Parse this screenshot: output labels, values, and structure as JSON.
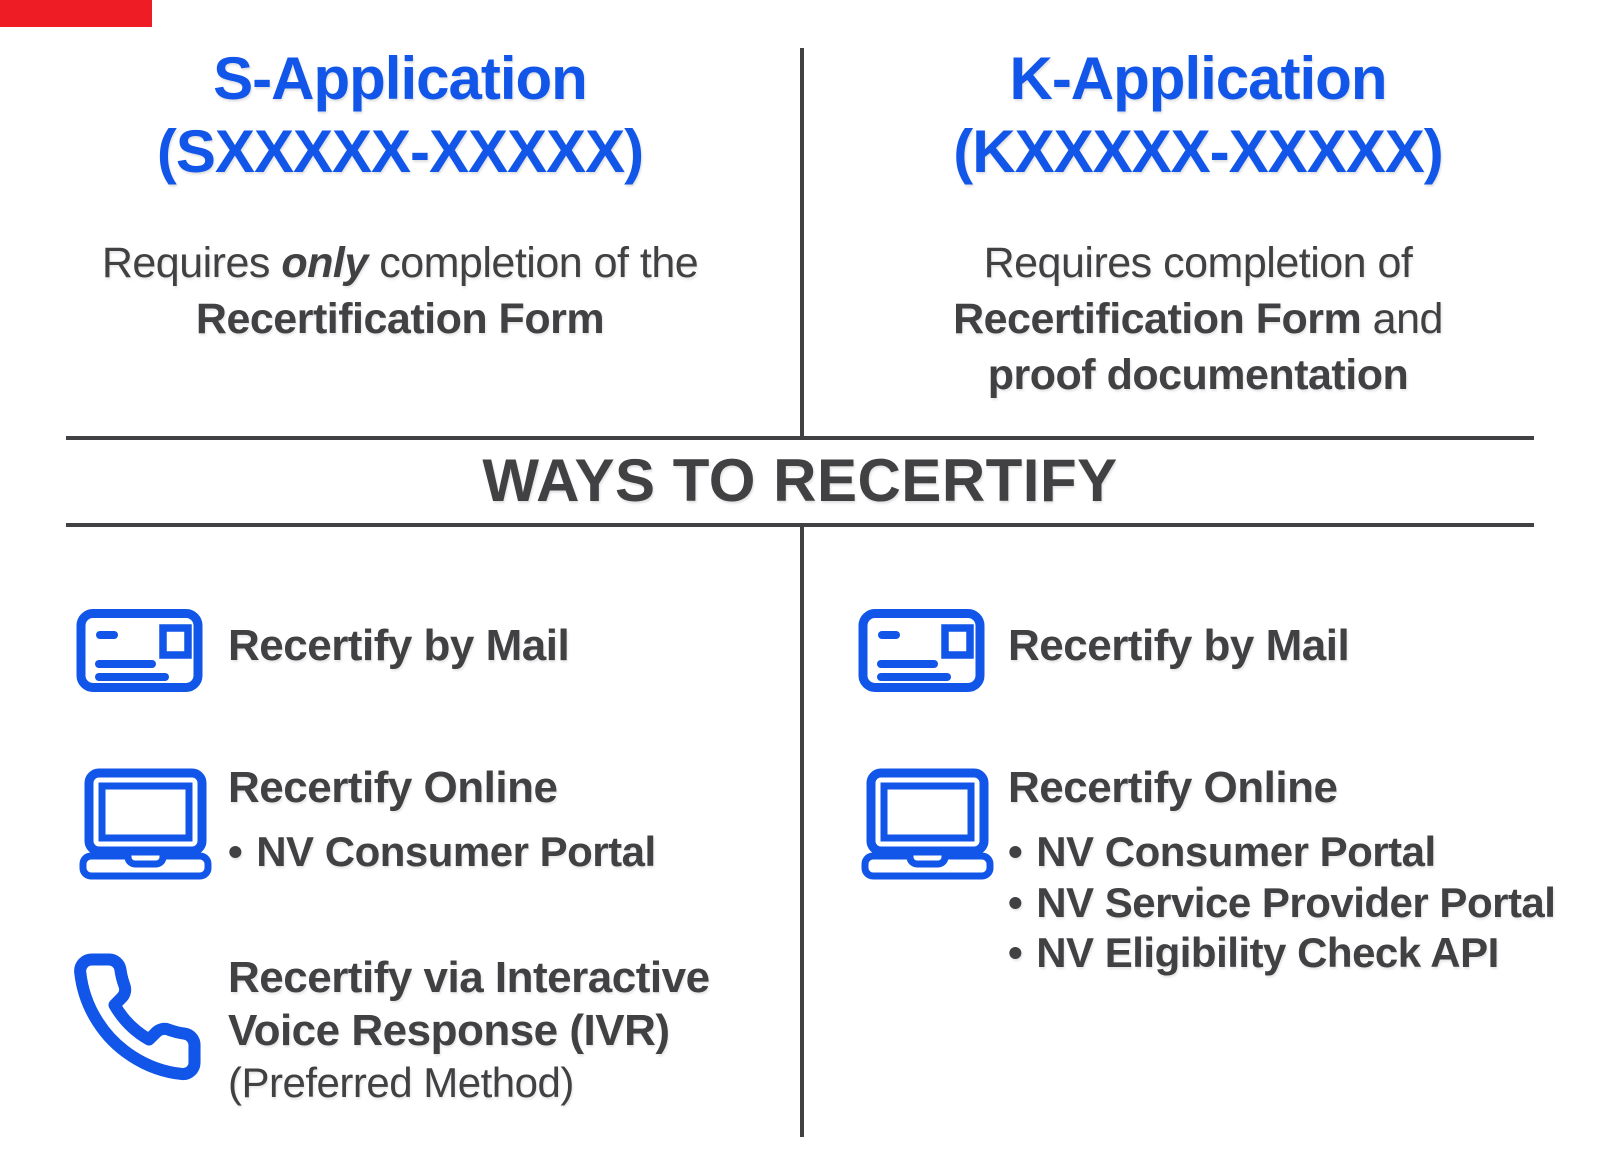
{
  "colors": {
    "accent_blue": "#1156E8",
    "text_dark": "#414042",
    "divider": "#414042",
    "red_bar": "#EE1C24"
  },
  "glyphs": {
    "bullet": "•"
  },
  "applications": {
    "left": {
      "title": "S-Application",
      "subtitle": "(SXXXXX-XXXXX)",
      "description": {
        "pre": "Requires ",
        "emphasis": "only",
        "post": " completion of the",
        "line2_bold": "Recertification Form"
      }
    },
    "right": {
      "title": "K-Application",
      "subtitle": "(KXXXXX-XXXXX)",
      "description": {
        "line1": "Requires completion of",
        "line2_bold": "Recertification Form",
        "line2_rest": " and",
        "line3_bold": "proof documentation"
      }
    }
  },
  "section": {
    "title": "WAYS TO RECERTIFY"
  },
  "methods": {
    "left": [
      {
        "icon": "mail-icon",
        "title": "Recertify by Mail"
      },
      {
        "icon": "laptop-icon",
        "title": "Recertify Online",
        "bullets": [
          "NV Consumer Portal"
        ]
      },
      {
        "icon": "phone-icon",
        "title_line1": "Recertify via Interactive",
        "title_line2": "Voice Response (IVR)",
        "note": "(Preferred Method)"
      }
    ],
    "right": [
      {
        "icon": "mail-icon",
        "title": "Recertify by Mail"
      },
      {
        "icon": "laptop-icon",
        "title": "Recertify Online",
        "bullets": [
          "NV Consumer Portal",
          "NV Service Provider Portal",
          "NV Eligibility Check API"
        ]
      }
    ]
  }
}
